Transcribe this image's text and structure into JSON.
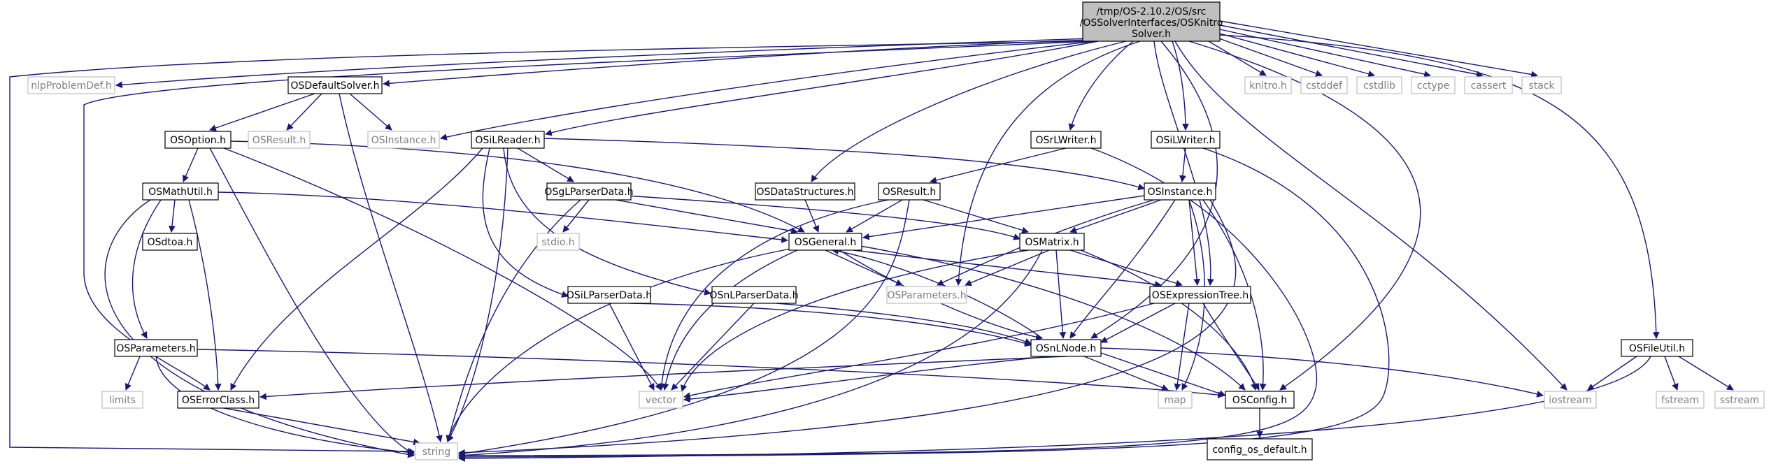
{
  "graph": {
    "root_label_lines": [
      "/tmp/OS-2.10.2/OS/src",
      "/OSSolverInterfaces/OSKnitro",
      "Solver.h"
    ],
    "nodes": {
      "root": "/tmp/OS-2.10.2/OS/src/OSSolverInterfaces/OSKnitroSolver.h",
      "nlpProblemDef": "nlpProblemDef.h",
      "OSDefaultSolver": "OSDefaultSolver.h",
      "OSInstanceStd": "OSInstance.h",
      "OSiLReader": "OSiLReader.h",
      "OSDataStructures": "OSDataStructures.h",
      "OSParameters": "OSParameters.h",
      "OSrLWriter": "OSrLWriter.h",
      "OSiLWriter": "OSiLWriter.h",
      "knitro": "knitro.h",
      "cstddef": "cstddef",
      "cstdlib": "cstdlib",
      "cctype": "cctype",
      "cassert": "cassert",
      "stack": "stack",
      "OSFileUtil": "OSFileUtil.h",
      "OSOption": "OSOption.h",
      "OSResultStd": "OSResult.h",
      "OSMathUtil": "OSMathUtil.h",
      "OSdtoa": "OSdtoa.h",
      "OSgLParserData": "OSgLParserData.h",
      "stdio": "stdio.h",
      "OSResult": "OSResult.h",
      "OSInstance": "OSInstance.h",
      "OSGeneral": "OSGeneral.h",
      "OSMatrix": "OSMatrix.h",
      "OSiLParserData": "OSiLParserData.h",
      "OSnLParserData": "OSnLParserData.h",
      "OSExpressionTree": "OSExpressionTree.h",
      "OSParametersUtil": "OSParameters.h",
      "limits": "limits",
      "OSErrorClass": "OSErrorClass.h",
      "OSnLNode": "OSnLNode.h",
      "vector": "vector",
      "map": "map",
      "OSConfig": "OSConfig.h",
      "iostream": "iostream",
      "fstream": "fstream",
      "sstream": "sstream",
      "string": "string",
      "config_os_default": "config_os_default.h"
    }
  }
}
